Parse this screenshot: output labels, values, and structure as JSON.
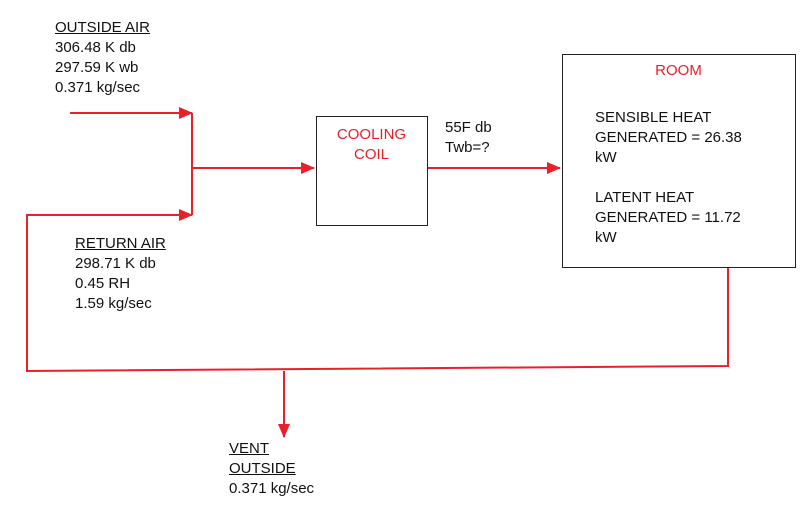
{
  "colors": {
    "flow_line": "#e8202a",
    "box_border": "#222222",
    "text": "#111111",
    "accent_text": "#e8202a"
  },
  "outside_air": {
    "title": "OUTSIDE AIR",
    "line1": "306.48 K db",
    "line2": "297.59 K wb",
    "line3": "0.371 kg/sec"
  },
  "return_air": {
    "title": "RETURN AIR",
    "line1": "298.71 K db",
    "line2": "0.45 RH",
    "line3": "1.59 kg/sec"
  },
  "cooling_coil": {
    "line1": "COOLING",
    "line2": "COIL"
  },
  "supply": {
    "line1": "55F db",
    "line2": "Twb=?"
  },
  "room": {
    "title": "ROOM",
    "sensible_line1": "SENSIBLE HEAT",
    "sensible_line2": "GENERATED = 26.38",
    "sensible_line3": "kW",
    "latent_line1": "LATENT HEAT",
    "latent_line2": "GENERATED = 11.72",
    "latent_line3": "kW"
  },
  "vent": {
    "title1": "VENT",
    "title2": "OUTSIDE",
    "line1": "0.371 kg/sec"
  }
}
